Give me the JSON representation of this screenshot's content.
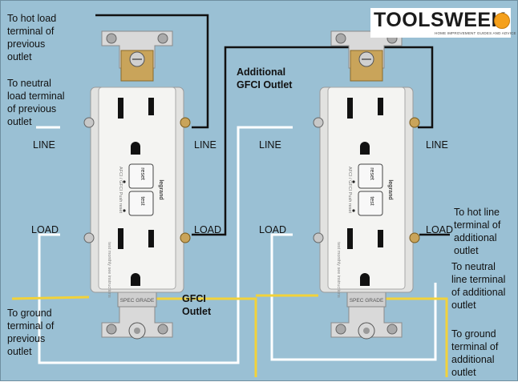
{
  "logo": {
    "brand": "TOOLSWEEK",
    "tagline": "HOME IMPROVEMENT GUIDES AND ADVICE",
    "helmet_color": "#f5a01b",
    "icon": "hard-hat-icon"
  },
  "colors": {
    "background": "#9ac0d4",
    "hot_wire": "#111111",
    "neutral_wire": "#ffffff",
    "ground_wire": "#f2d23a",
    "brass_terminal": "#c9a45a",
    "silver_terminal": "#c8c8c8",
    "outlet_body": "#f4f4f2",
    "strap": "#d9d9d9"
  },
  "labels": {
    "hot_prev": "To hot load\nterminal of\nprevious\noutlet",
    "neutral_prev": "To neutral\nload terminal\nof previous\noutlet",
    "ground_prev": "To ground\nterminal of\nprevious\noutlet",
    "hot_add": "To hot line\nterminal of\nadditional\noutlet",
    "neutral_add": "To neutral\nline terminal\nof additional\noutlet",
    "ground_add": "To ground\nterminal of\nadditional\noutlet",
    "gfci_outlet": "GFCI\nOutlet",
    "additional_gfci": "Additional\nGFCI Outlet"
  },
  "terminals": {
    "line_left_1": "LINE",
    "line_right_1": "LINE",
    "load_left_1": "LOAD",
    "load_right_1": "LOAD",
    "line_left_2": "LINE",
    "line_right_2": "LINE",
    "load_left_2": "LOAD",
    "load_right_2": "LOAD"
  },
  "outlet_markings": {
    "brand": "legrand",
    "reset": "reset",
    "test": "test",
    "side_text": "AFCI / GFCI Push reset",
    "spec_grade": "SPEC GRADE",
    "test_monthly": "test monthly see instructions"
  }
}
